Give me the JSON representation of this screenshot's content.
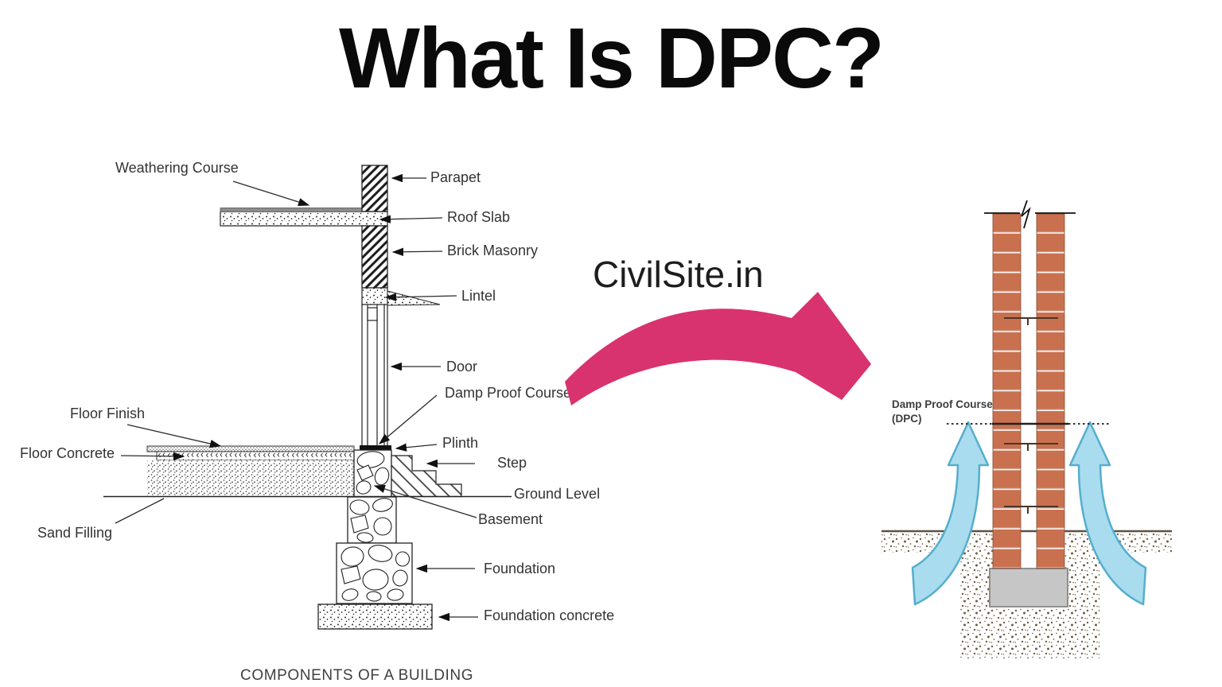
{
  "title": "What Is DPC?",
  "watermark": "CivilSite.in",
  "left_diagram": {
    "caption": "COMPONENTS OF A BUILDING",
    "labels": {
      "weathering_course": "Weathering Course",
      "parapet": "Parapet",
      "roof_slab": "Roof Slab",
      "brick_masonry": "Brick Masonry",
      "lintel": "Lintel",
      "door": "Door",
      "damp_proof_course": "Damp Proof Course",
      "plinth": "Plinth",
      "step": "Step",
      "ground_level": "Ground Level",
      "basement": "Basement",
      "foundation": "Foundation",
      "foundation_concrete": "Foundation concrete",
      "floor_finish": "Floor Finish",
      "floor_concrete": "Floor Concrete",
      "sand_filling": "Sand Filling"
    }
  },
  "right_diagram": {
    "labels": {
      "dpc_name": "Damp Proof Course",
      "dpc_abbr": "(DPC)"
    }
  },
  "colors": {
    "arrow_pink": "#d8336e",
    "brick": "#c9714f",
    "moisture_fill": "#a9dcee",
    "moisture_stroke": "#55aecd",
    "footing_gray": "#c6c6c6",
    "soil_dot": "#6f5e42"
  }
}
